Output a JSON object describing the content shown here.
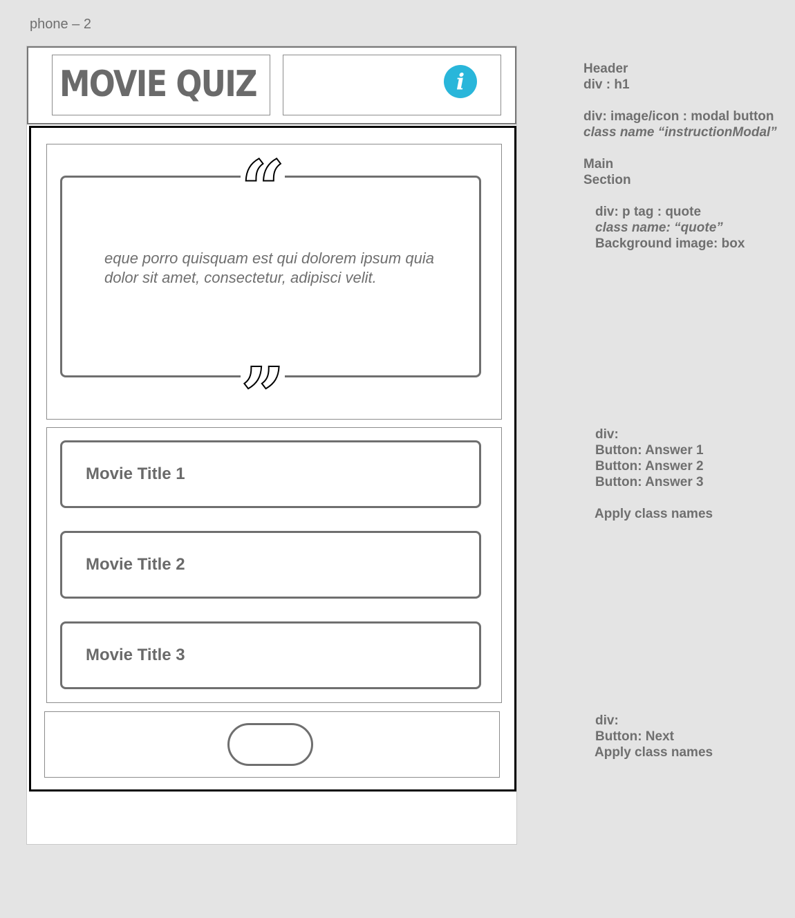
{
  "frame": {
    "label": "phone – 2"
  },
  "header": {
    "title": "MOVIE QUIZ",
    "info_icon": "i"
  },
  "quote": {
    "open_mark": "“",
    "text": "eque porro quisquam est qui dolorem ipsum quia dolor sit amet, consectetur, adipisci velit.",
    "close_mark": "”"
  },
  "answers": [
    {
      "label": "Movie Title 1"
    },
    {
      "label": "Movie Title 2"
    },
    {
      "label": "Movie Title 3"
    }
  ],
  "next_button": {
    "label": ""
  },
  "notes": {
    "header_1": "Header",
    "header_2": "div : h1",
    "modal_1": "div: image/icon : modal button",
    "modal_2": "class name “instructionModal”",
    "main_1": "Main",
    "main_2": "Section",
    "quote_1": "div: p tag : quote",
    "quote_2": "class name: “quote”",
    "quote_3": "Background image: box",
    "answers_1": "div:",
    "answers_2": "Button: Answer 1",
    "answers_3": "Button: Answer 2",
    "answers_4": "Button: Answer 3",
    "answers_5": "Apply class names",
    "next_1": "div:",
    "next_2": "Button: Next",
    "next_3": "Apply class names"
  },
  "colors": {
    "info_icon_bg": "#29b6da",
    "canvas_bg": "#e4e4e4",
    "wire_gray": "#6f6f6f"
  }
}
